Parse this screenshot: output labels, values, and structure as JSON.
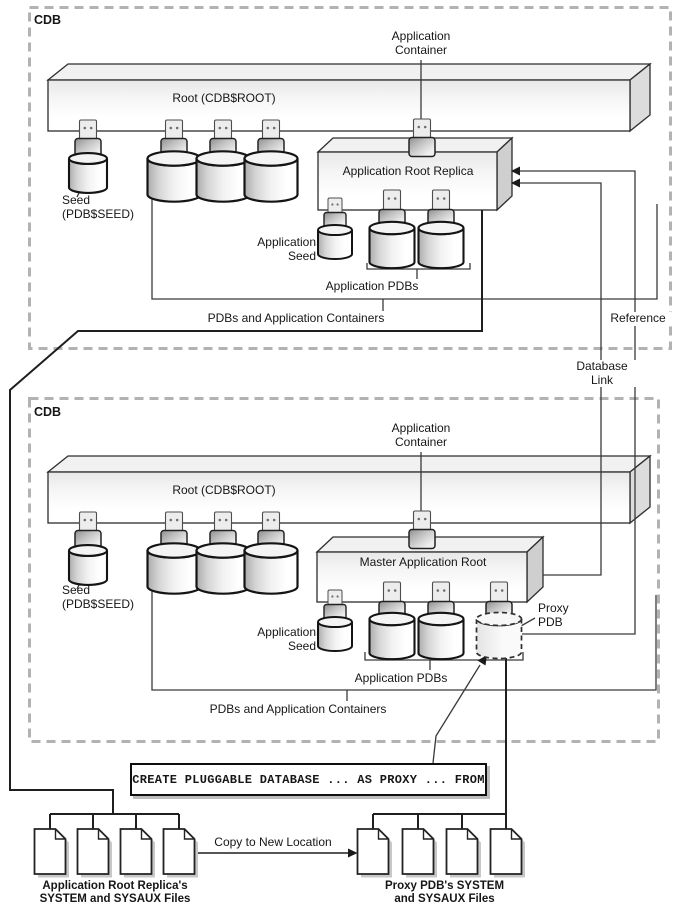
{
  "colors": {
    "line": "#3a3a3a",
    "tree_line": "#1f1f1f",
    "dashed_border": "#b2b2b2",
    "box_stroke": "#2d2d2d",
    "fill_white": "#ffffff",
    "fill_gray_face": "#d6d6d6"
  },
  "cdb_top": {
    "title": "CDB",
    "application_container": "Application\nContainer",
    "root": "Root (CDB$ROOT)",
    "seed": "Seed\n(PDB$SEED)",
    "app_root_box": "Application Root Replica",
    "application_seed": "Application\nSeed",
    "application_pdbs": "Application PDBs",
    "group_label": "PDBs and Application Containers",
    "reference_label": "Reference"
  },
  "link": {
    "database_link_label": "Database\nLink"
  },
  "cdb_bottom": {
    "title": "CDB",
    "application_container": "Application\nContainer",
    "root": "Root (CDB$ROOT)",
    "seed": "Seed\n(PDB$SEED)",
    "app_root_box": "Master Application Root",
    "application_seed": "Application\nSeed",
    "proxy_pdb": "Proxy\nPDB",
    "application_pdbs": "Application PDBs",
    "group_label": "PDBs and Application Containers"
  },
  "statement": {
    "sql": "CREATE PLUGGABLE DATABASE ... AS PROXY ... FROM"
  },
  "files": {
    "copy_arrow_label": "Copy to New Location",
    "source_label": "Application Root Replica's\nSYSTEM and SYSAUX Files",
    "target_label": "Proxy PDB's SYSTEM\nand SYSAUX Files"
  }
}
